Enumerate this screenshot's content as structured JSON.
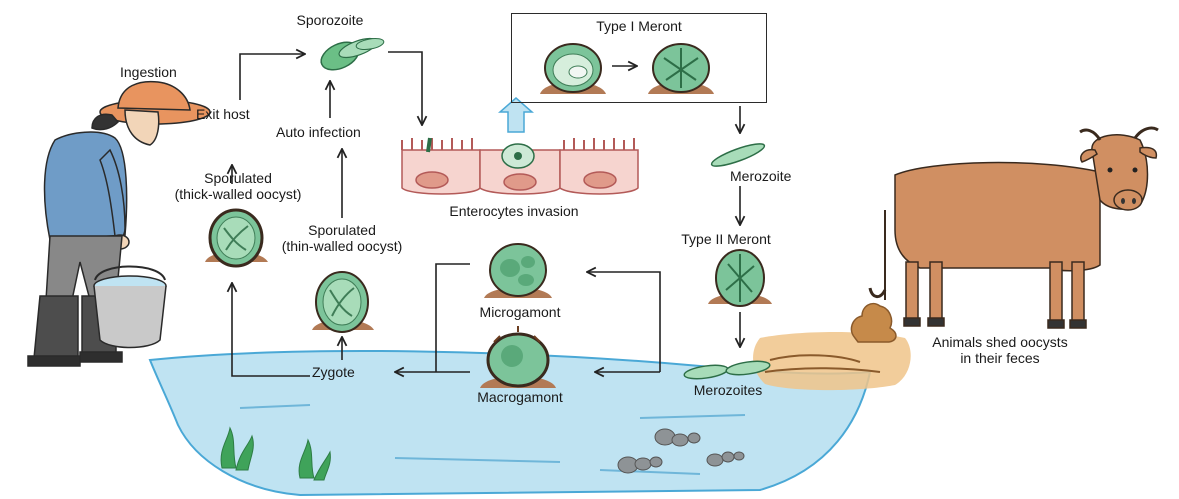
{
  "labels": {
    "ingestion": "Ingestion",
    "exit_host": "Exit host",
    "sporozoite": "Sporozoite",
    "auto_infection": "Auto infection",
    "sporulated_thick_1": "Sporulated",
    "sporulated_thick_2": "(thick-walled oocyst)",
    "sporulated_thin_1": "Sporulated",
    "sporulated_thin_2": "(thin-walled oocyst)",
    "zygote": "Zygote",
    "type1_meront": "Type I Meront",
    "enterocytes_invasion": "Enterocytes invasion",
    "merozoite": "Merozoite",
    "type2_meront": "Type II Meront",
    "microgamont": "Microgamont",
    "macrogamont": "Macrogamont",
    "merozoites": "Merozoites",
    "animals_shed_1": "Animals shed oocysts",
    "animals_shed_2": "in their feces"
  },
  "colors": {
    "water": "#bfe3f2",
    "cell": "#f6d4cf",
    "nucleus": "#e09a8a",
    "oocyst_green": "#7cc49a",
    "oocyst_dark": "#3f7d57",
    "soil": "#b27a55",
    "cow": "#d08f62",
    "hat": "#e8945f",
    "shirt": "#6f9cc7",
    "pants": "#888888",
    "feces": "#c68a4a",
    "stones": "#8e9396"
  }
}
